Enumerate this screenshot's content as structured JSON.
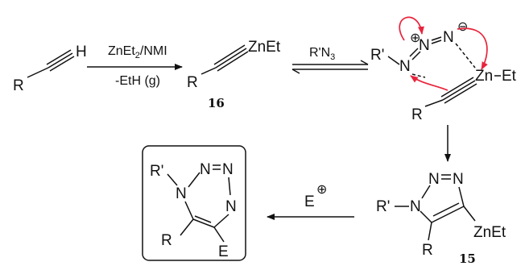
{
  "scheme": {
    "step1": {
      "start_R": "R",
      "start_H": "H",
      "reagent_top": "ZnEt",
      "reagent_top_sub": "2",
      "reagent_top_rest": "/NMI",
      "reagent_bottom": "-EtH (g)"
    },
    "cmpd16": {
      "R": "R",
      "ZnEt": "ZnEt",
      "label": "16"
    },
    "step2": {
      "reagent": "R'N",
      "reagent_sub": "3"
    },
    "ts": {
      "Rp": "R'",
      "N1": "N",
      "N2": "N",
      "N3": "N",
      "plus": "⊕",
      "minus": "⊖",
      "Zn": "Zn",
      "Et": "Et",
      "R": "R"
    },
    "cmpd15": {
      "Rp": "R'",
      "N1": "N",
      "N2": "N",
      "N3": "N",
      "R": "R",
      "ZnEt": "ZnEt",
      "label": "15"
    },
    "step3": {
      "reagent": "E",
      "charge": "⊕"
    },
    "product": {
      "Rp": "R'",
      "N1": "N",
      "N2": "N",
      "N3": "N",
      "R": "R",
      "E": "E"
    },
    "colors": {
      "ink": "#111111",
      "arrow_red": "#e8243c"
    }
  }
}
